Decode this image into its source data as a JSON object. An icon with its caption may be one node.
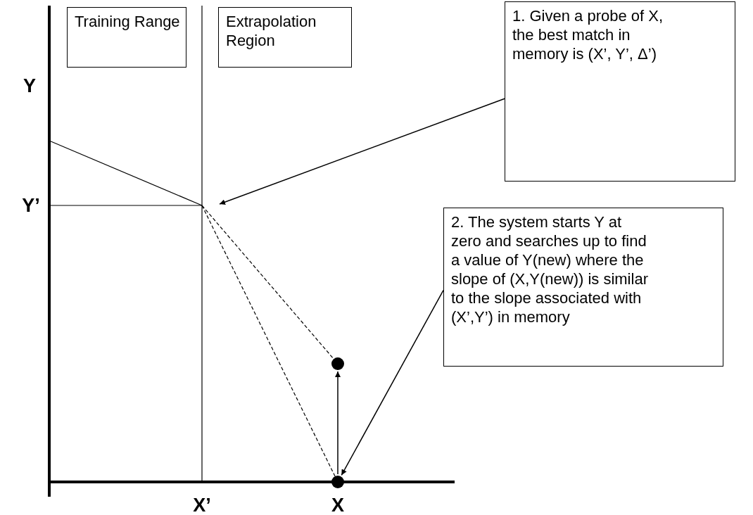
{
  "diagram": {
    "nodes": [
      {
        "text": [
          "Training Range"
        ]
      },
      {
        "text": [
          "Extrapolation Region"
        ]
      },
      {
        "text": [
          "1. Given a probe of X, the best match in memory is (X’, Y’, Δ’)"
        ]
      },
      {
        "text": [
          "2. The system starts Y at zero and searches up to find a value of Y(new) where the slope of (X,Y(new)) is similar to the slope associated with (X’,Y’) in memory"
        ]
      },
      {
        "text": [],
        "shape": "circle"
      },
      {
        "text": [],
        "shape": "circle"
      }
    ],
    "edges": [
      {
        "from": 2,
        "to": null,
        "arrow": "to"
      },
      {
        "from": 3,
        "to": 5,
        "arrow": "to"
      },
      {
        "from": 5,
        "to": 4,
        "arrow": "to"
      }
    ],
    "labels": [
      "Y",
      "Y’",
      "X’",
      "X"
    ]
  }
}
